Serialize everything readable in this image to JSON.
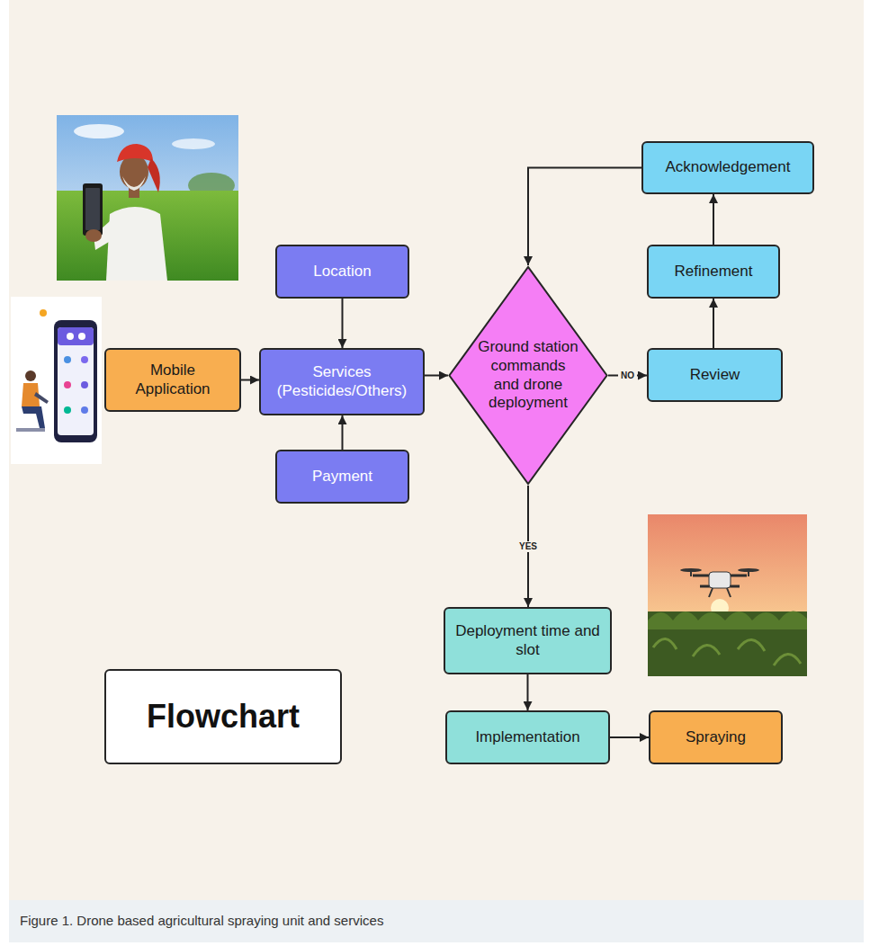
{
  "diagram": {
    "caption": "Figure 1. Drone based agricultural spraying unit and services",
    "nodes": [
      {
        "text": [
          "Mobile Application"
        ]
      },
      {
        "text": [
          "Location"
        ]
      },
      {
        "text": [
          "Services (Pesticides/Others)"
        ]
      },
      {
        "text": [
          "Payment"
        ]
      },
      {
        "text": [
          "Ground station commands and drone deployment"
        ]
      },
      {
        "text": [
          "Acknowledgement"
        ]
      },
      {
        "text": [
          "Refinement"
        ]
      },
      {
        "text": [
          "Review"
        ]
      },
      {
        "text": [
          "Deployment time and slot"
        ]
      },
      {
        "text": [
          "Implementation"
        ]
      },
      {
        "text": [
          "Spraying"
        ]
      },
      {
        "text": [
          "Flowchart"
        ]
      }
    ],
    "edges": [
      {
        "from": 0,
        "to": 2,
        "arrow": "to"
      },
      {
        "from": 1,
        "to": 2,
        "arrow": "to"
      },
      {
        "from": 3,
        "to": 2,
        "arrow": "to"
      },
      {
        "from": 2,
        "to": 4,
        "arrow": "to"
      },
      {
        "from": 4,
        "to": 7,
        "label": "NO",
        "arrow": "to"
      },
      {
        "from": 7,
        "to": 6,
        "arrow": "to"
      },
      {
        "from": 6,
        "to": 5,
        "arrow": "to"
      },
      {
        "from": 5,
        "to": 4,
        "arrow": "to"
      },
      {
        "from": 4,
        "to": 8,
        "label": "YES",
        "arrow": "to"
      },
      {
        "from": 8,
        "to": 9,
        "arrow": "to"
      },
      {
        "from": 9,
        "to": 10,
        "arrow": "to"
      }
    ]
  }
}
